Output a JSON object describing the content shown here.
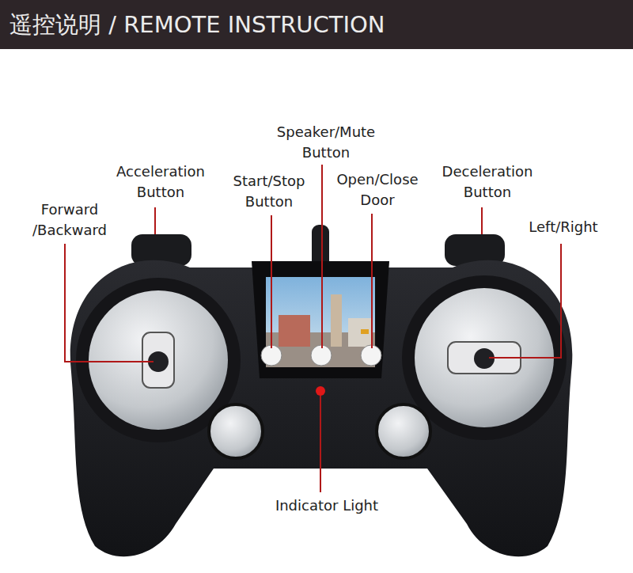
{
  "diagram": {
    "title": "遥控说明 / REMOTE INSTRUCTION",
    "labels": [
      "Speaker/Mute Button",
      "Acceleration Button",
      "Start/Stop Button",
      "Open/Close Door",
      "Deceleration Button",
      "Forward /Backward",
      "Left/Right",
      "Indicator Light"
    ]
  }
}
